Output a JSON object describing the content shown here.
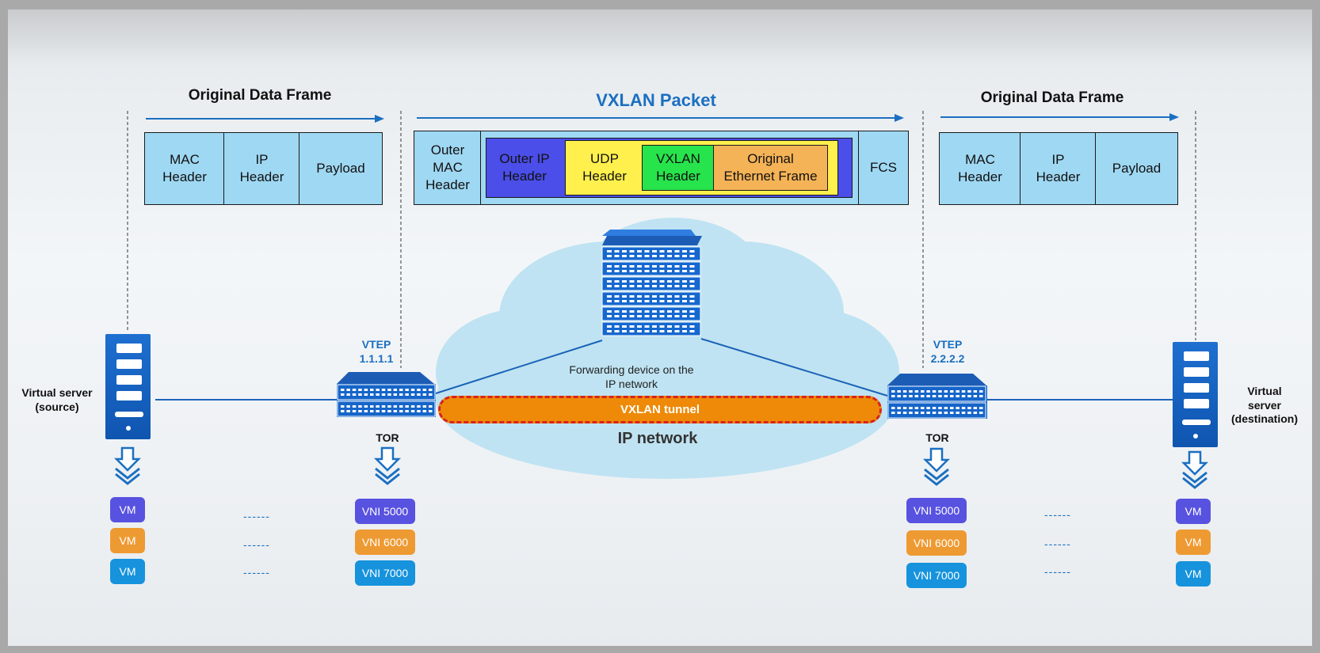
{
  "left_frame": {
    "title": "Original Data Frame",
    "cells": [
      "MAC\nHeader",
      "IP\nHeader",
      "Payload"
    ]
  },
  "vxlan_packet": {
    "title": "VXLAN Packet",
    "outer_mac": "Outer\nMAC\nHeader",
    "outer_ip": "Outer IP\nHeader",
    "udp": "UDP\nHeader",
    "vxlan": "VXLAN\nHeader",
    "original": "Original\nEthernet Frame",
    "fcs": "FCS"
  },
  "right_frame": {
    "title": "Original Data Frame",
    "cells": [
      "MAC\nHeader",
      "IP\nHeader",
      "Payload"
    ]
  },
  "source": {
    "label": "Virtual server\n(source)",
    "vms": [
      "VM",
      "VM",
      "VM"
    ]
  },
  "destination": {
    "label": "Virtual server\n(destination)",
    "vms": [
      "VM",
      "VM",
      "VM"
    ]
  },
  "vtep_left": {
    "label": "VTEP\n1.1.1.1",
    "tor": "TOR",
    "vnis": [
      "VNI 5000",
      "VNI 6000",
      "VNI 7000"
    ]
  },
  "vtep_right": {
    "label": "VTEP\n2.2.2.2",
    "tor": "TOR",
    "vnis": [
      "VNI 5000",
      "VNI 6000",
      "VNI 7000"
    ]
  },
  "network": {
    "forwarding_label": "Forwarding device on the\nIP network",
    "tunnel": "VXLAN tunnel",
    "ip_network": "IP network"
  },
  "ellipsis": "------",
  "colors": {
    "cell": "#9fd8f3",
    "outer_ip": "#4b4ee8",
    "udp": "#fff04d",
    "vxlan": "#27e34c",
    "original": "#f5b357",
    "vm_purple": "#5852e0",
    "vm_orange": "#ee9a32",
    "vm_blue": "#1693dc",
    "accent": "#1b6fc1"
  }
}
